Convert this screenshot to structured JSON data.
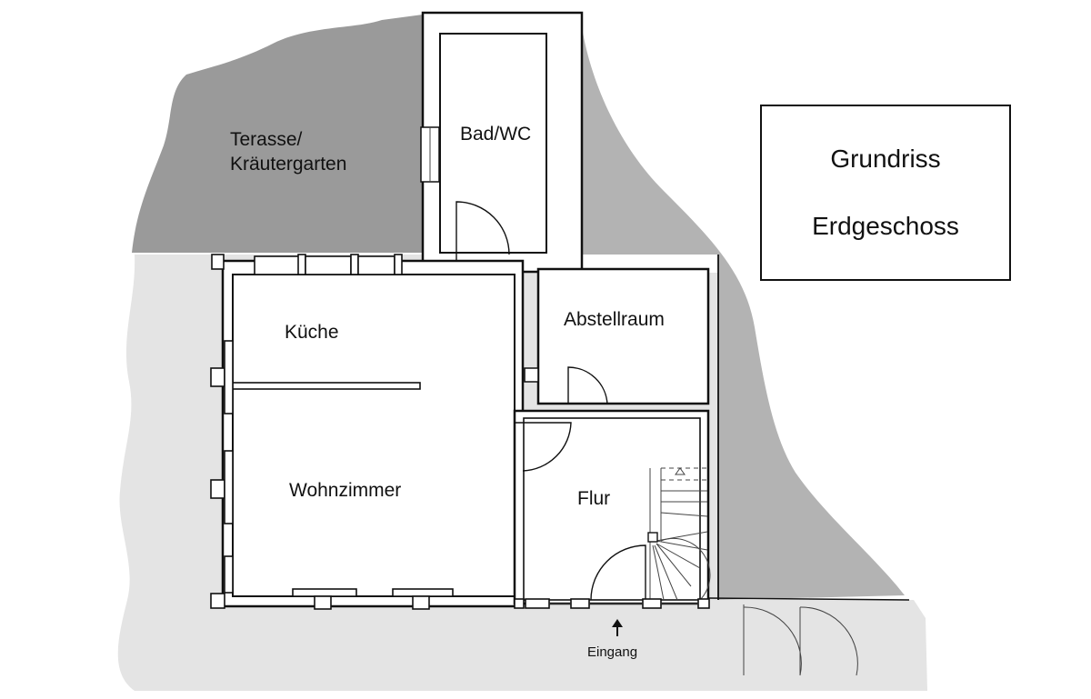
{
  "title": {
    "line1": "Grundriss",
    "line2": "Erdgeschoss"
  },
  "rooms": {
    "terrace_line1": "Terasse/",
    "terrace_line2": "Kräutergarten",
    "bathroom": "Bad/WC",
    "storage": "Abstellraum",
    "kitchen": "Küche",
    "living_room": "Wohnzimmer",
    "hallway": "Flur"
  },
  "entrance": {
    "label": "Eingang",
    "icon": "up-arrow-icon"
  },
  "colors": {
    "terrace": "#9a9a9a",
    "side_garden": "#b3b3b3",
    "surrounding_ground": "#e4e4e4",
    "walls": "#111111"
  }
}
